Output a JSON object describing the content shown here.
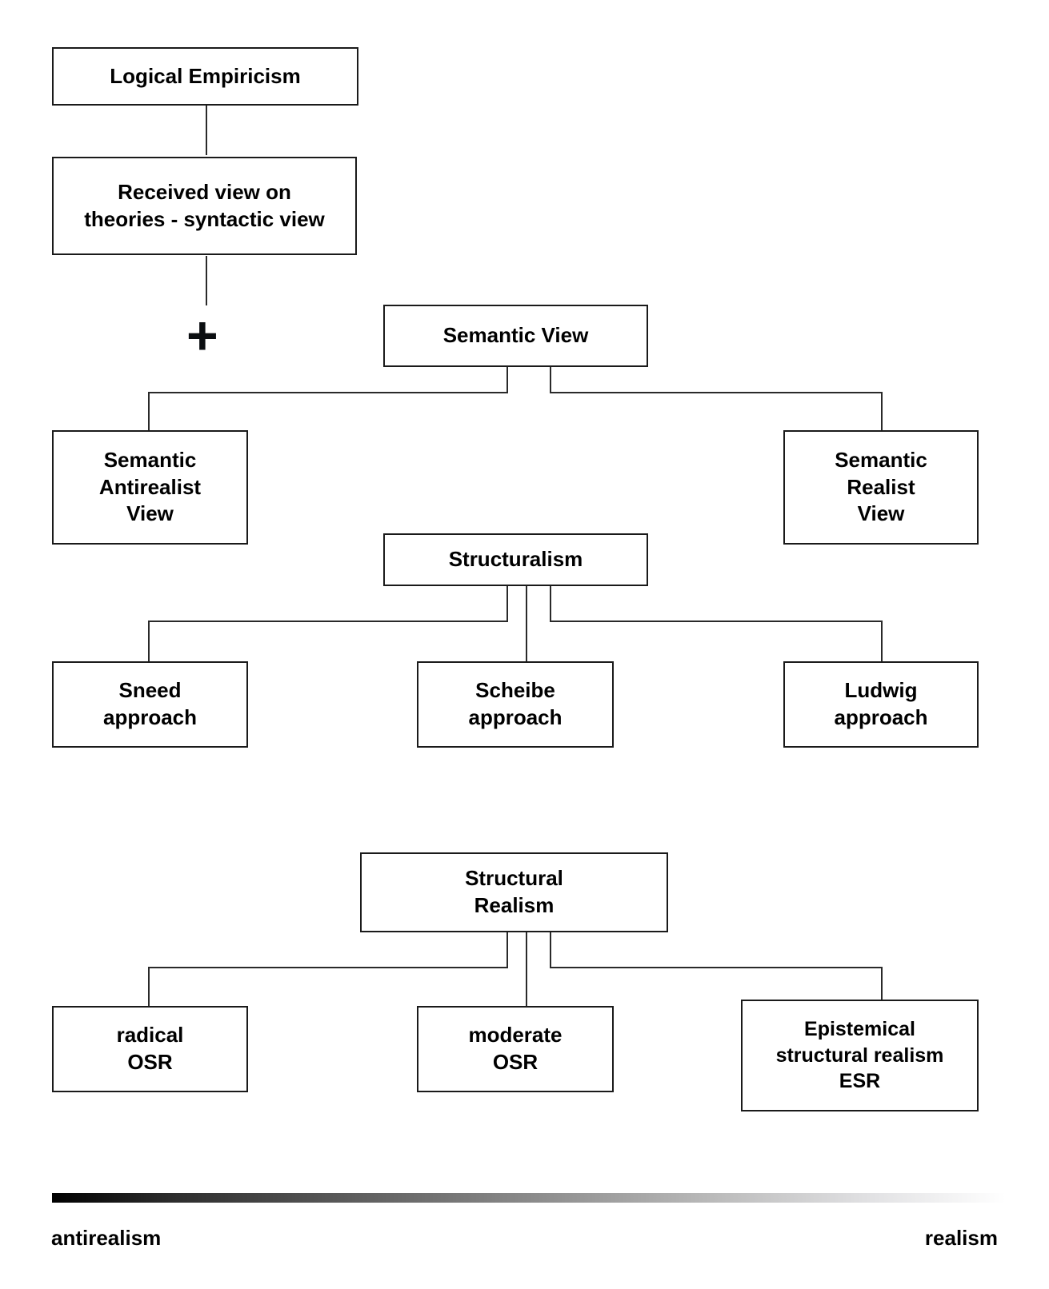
{
  "diagram": {
    "title_text": "",
    "nodes": [
      {
        "id": "logical-empiricism",
        "label": "Logical Empiricism"
      },
      {
        "id": "received-view",
        "label": "Received view on\ntheories - syntactic view"
      },
      {
        "id": "semantic-view",
        "label": "Semantic View"
      },
      {
        "id": "semantic-antirealist-view",
        "label": "Semantic\nAntirealist\nView"
      },
      {
        "id": "semantic-realist-view",
        "label": "Semantic\nRealist\nView"
      },
      {
        "id": "structuralism",
        "label": "Structuralism"
      },
      {
        "id": "sneed-approach",
        "label": "Sneed\napproach"
      },
      {
        "id": "scheibe-approach",
        "label": "Scheibe\napproach"
      },
      {
        "id": "ludwig-approach",
        "label": "Ludwig\napproach"
      },
      {
        "id": "structural-realism",
        "label": "Structural\nRealism"
      },
      {
        "id": "radical-osr",
        "label": "radical\nOSR"
      },
      {
        "id": "moderate-osr",
        "label": "moderate\nOSR"
      },
      {
        "id": "esr",
        "label": "Epistemical\nstructural realism\nESR"
      }
    ],
    "plus_symbol": "+",
    "spectrum": {
      "left_label": "antirealism",
      "right_label": "realism",
      "gradient_from": "#000000",
      "gradient_to": "#ffffff"
    },
    "colors": {
      "box_border": "#1a1a1a",
      "box_fill": "#ffffff",
      "connector": "#2a2a2a",
      "text": "#000000",
      "background": "#ffffff"
    }
  }
}
